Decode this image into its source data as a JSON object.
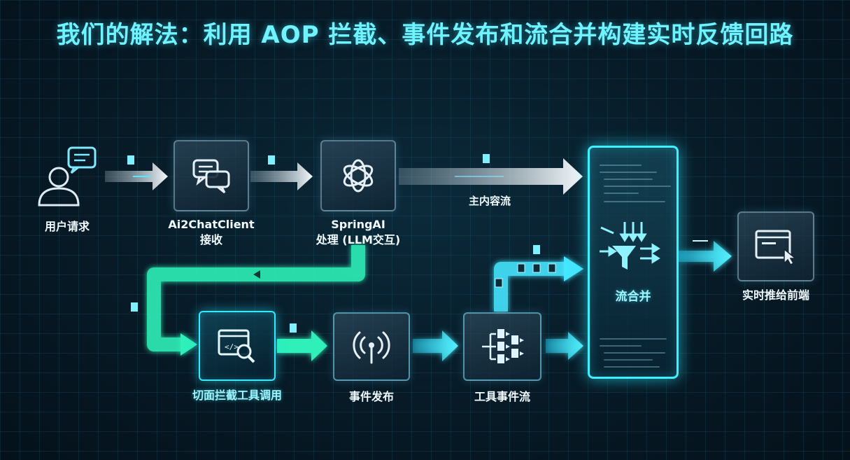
{
  "title": "我们的解法：利用 AOP 拦截、事件发布和流合并构建实时反馈回路",
  "nodes": {
    "user": {
      "label": "用户请求",
      "icon": "user-chat-icon"
    },
    "client": {
      "label_line1": "Ai2ChatClient",
      "label_line2": "接收",
      "icon": "chat-bubbles-icon"
    },
    "springai": {
      "label_line1": "SpringAI",
      "label_line2": "处理 (LLM交互)",
      "icon": "openai-knot-icon"
    },
    "aspect": {
      "label": "切面拦截工具调用",
      "icon": "code-search-icon"
    },
    "event": {
      "label": "事件发布",
      "icon": "broadcast-icon"
    },
    "toolstream": {
      "label": "工具事件流",
      "icon": "file-tree-icon"
    },
    "merge": {
      "label": "流合并",
      "icon": "funnel-icon"
    },
    "frontend": {
      "label": "实时推给前端",
      "icon": "browser-cursor-icon"
    }
  },
  "edges": {
    "main_content_label": "主内容流"
  },
  "colors": {
    "accent_cyan": "#38e8ff",
    "title_cyan": "#6ff3ff",
    "arrow_white": "#e9eef2",
    "arrow_green": "#2ff0b8"
  }
}
